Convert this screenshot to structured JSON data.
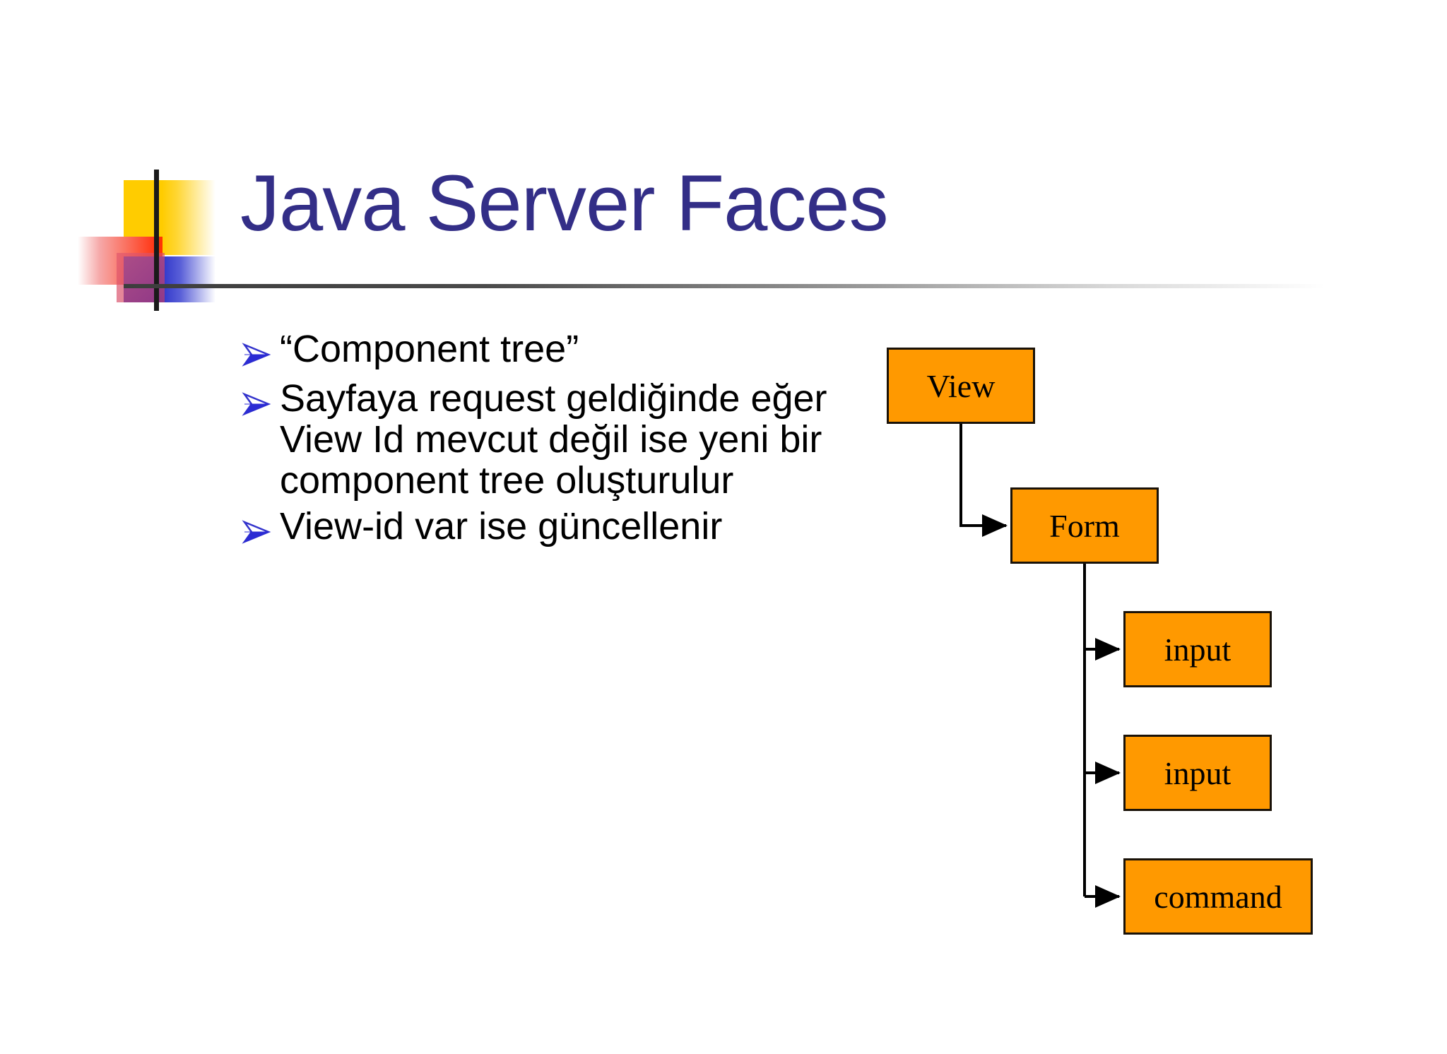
{
  "slide": {
    "title": "Java Server Faces",
    "background_color": "#ffffff",
    "title_color": "#332E87"
  },
  "logo": {
    "yellow_color": "#FFCC00",
    "red_color": "#FF3300",
    "blue_color": "#2B32C8",
    "bar_color": "#1a1a1a"
  },
  "bullets": [
    {
      "marker": "➢",
      "text": "“Component tree”"
    },
    {
      "marker": "➢",
      "text": "Sayfaya request geldiğinde eğer View Id mevcut değil ise yeni bir component tree oluşturulur"
    },
    {
      "marker": "➢",
      "text": "View-id var ise güncellenir"
    }
  ],
  "diagram": {
    "node_fill": "#FF9900",
    "node_border": "#1a1208",
    "nodes": [
      {
        "id": "view",
        "label": "View"
      },
      {
        "id": "form",
        "label": "Form"
      },
      {
        "id": "input1",
        "label": "input"
      },
      {
        "id": "input2",
        "label": "input"
      },
      {
        "id": "command",
        "label": "command"
      }
    ]
  }
}
